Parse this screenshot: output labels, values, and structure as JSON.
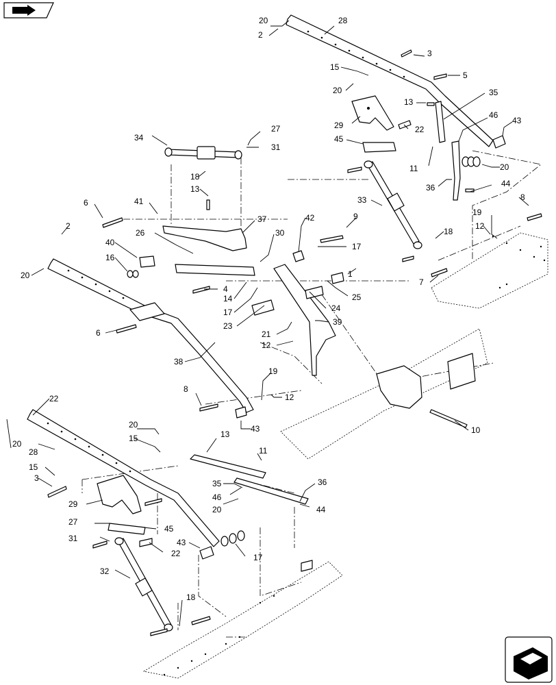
{
  "callouts": {
    "c20a": "20",
    "c28a": "28",
    "c2a": "2",
    "c3a": "3",
    "c5": "5",
    "c15a": "15",
    "c20b": "20",
    "c35a": "35",
    "c13a": "13",
    "c46a": "46",
    "c43a": "43",
    "c29a": "29",
    "c22a": "22",
    "c45a": "45",
    "c11a": "11",
    "c20c": "20",
    "c36a": "36",
    "c44a": "44",
    "c27a": "27",
    "c34": "34",
    "c31a": "31",
    "c18a": "18",
    "c13b": "13",
    "c33": "33",
    "c8a": "8",
    "c19a": "19",
    "c12a": "12",
    "c6a": "6",
    "c41": "41",
    "c2b": "2",
    "c37": "37",
    "c42": "42",
    "c9": "9",
    "c26": "26",
    "c30": "30",
    "c17a": "17",
    "c18b": "18",
    "c40": "40",
    "c16": "16",
    "c20d": "20",
    "c1": "1",
    "c7": "7",
    "c4": "4",
    "c14": "14",
    "c25": "25",
    "c17b": "17",
    "c24": "24",
    "c23": "23",
    "c39": "39",
    "c21": "21",
    "c12b": "12",
    "c6b": "6",
    "c38": "38",
    "c19b": "19",
    "c8b": "8",
    "c12c": "12",
    "c43b": "43",
    "c10": "10",
    "c22b": "22",
    "c20e": "20",
    "c15b": "15",
    "c13c": "13",
    "c28b": "28",
    "c11b": "11",
    "c15c": "15",
    "c3b": "3",
    "c35b": "35",
    "c46b": "46",
    "c36b": "36",
    "c20f": "20",
    "c29b": "29",
    "c44b": "44",
    "c27b": "27",
    "c45b": "45",
    "c31b": "31",
    "c43c": "43",
    "c22c": "22",
    "c17c": "17",
    "c32": "32",
    "c18c": "18"
  },
  "icons": {
    "top_left": "navigation-arrow-icon",
    "bottom_right": "view-orientation-arrow-icon"
  }
}
